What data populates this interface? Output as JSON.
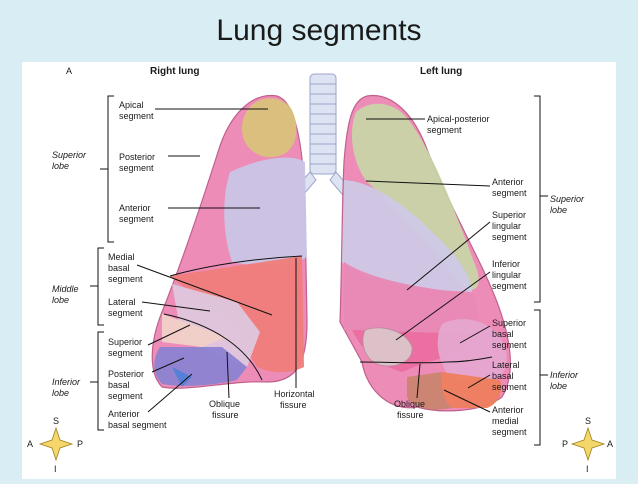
{
  "title": "Lung segments",
  "figure_letter": "A",
  "right_lung": {
    "heading": "Right lung",
    "lobes": {
      "superior": [
        "Superior",
        "lobe"
      ],
      "middle": [
        "Middle",
        "lobe"
      ],
      "inferior": [
        "Inferior",
        "lobe"
      ]
    },
    "segments": {
      "apical": [
        "Apical",
        "segment"
      ],
      "posterior": [
        "Posterior",
        "segment"
      ],
      "anterior": [
        "Anterior",
        "segment"
      ],
      "medial_basal": [
        "Medial",
        "basal",
        "segment"
      ],
      "lateral": [
        "Lateral",
        "segment"
      ],
      "superior": [
        "Superior",
        "segment"
      ],
      "posterior_basal": [
        "Posterior",
        "basal",
        "segment"
      ],
      "anterior_basal": [
        "Anterior",
        "basal segment"
      ]
    },
    "fissures": {
      "oblique": [
        "Oblique",
        "fissure"
      ],
      "horizontal": [
        "Horizontal",
        "fissure"
      ]
    }
  },
  "left_lung": {
    "heading": "Left lung",
    "lobes": {
      "superior": [
        "Superior",
        "lobe"
      ],
      "inferior": [
        "Inferior",
        "lobe"
      ]
    },
    "segments": {
      "apical_posterior": [
        "Apical-posterior",
        "segment"
      ],
      "anterior": [
        "Anterior",
        "segment"
      ],
      "superior_lingular": [
        "Superior",
        "lingular",
        "segment"
      ],
      "inferior_lingular": [
        "Inferior",
        "lingular",
        "segment"
      ],
      "superior_basal": [
        "Superior",
        "basal",
        "segment"
      ],
      "lateral_basal": [
        "Lateral",
        "basal",
        "segment"
      ],
      "anterior_medial": [
        "Anterior",
        "medial",
        "segment"
      ]
    },
    "fissures": {
      "oblique": [
        "Oblique",
        "fissure"
      ]
    }
  },
  "compass_left": {
    "s": "S",
    "a": "A",
    "p": "P",
    "i": "I"
  },
  "compass_right": {
    "s": "S",
    "p": "P",
    "a": "A",
    "i": "I"
  },
  "colors": {
    "apical": "#d9c27a",
    "posterior": "#e89ab9",
    "anterior_rl": "#c7c3e3",
    "middle": "#ef7d7a",
    "lateral_rl": "#d8c3d8",
    "superior_rl": "#f0c9c0",
    "posterior_basal": "#8a82cf",
    "lung_pink": "#ee8cb8",
    "trachea": "#dfe6f5"
  }
}
